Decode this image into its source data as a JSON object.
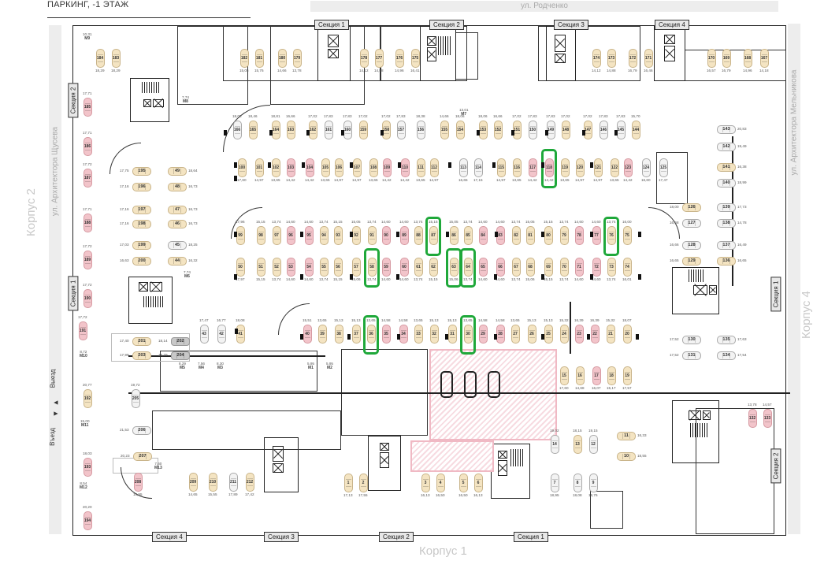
{
  "header": {
    "title": "ПАРКИНГ, -1 ЭТАЖ"
  },
  "streets": {
    "top": "ул. Родченко",
    "left": "ул. Архитектора Щусева",
    "right": "ул. Архитектора Мельникова"
  },
  "buildings": {
    "left": "Корпус 2",
    "right": "Корпус 4",
    "bottom": "Корпус 1"
  },
  "entry_exit": {
    "entry": "Въезд",
    "exit": "Выезд"
  },
  "sections": {
    "top": [
      "Секция 1",
      "Секция 2",
      "Секция 3",
      "Секция 4"
    ],
    "bottom": [
      "Секция 4",
      "Секция 3",
      "Секция 2",
      "Секция 1"
    ],
    "left": [
      "Секция 2",
      "Секция 1"
    ],
    "right": [
      "Секция 1",
      "Секция 2"
    ]
  },
  "legend_colors": {
    "available": "#f4e4c2",
    "reserved": "#f2c4ca",
    "sold": "#f3f3f3",
    "highlight": "#1fa83a"
  },
  "moto_spots": [
    {
      "id": "M9",
      "area": "10,31"
    },
    {
      "id": "M8",
      "area": "7,74"
    },
    {
      "id": "M7",
      "area": "13,01"
    },
    {
      "id": "M6",
      "area": "7,74"
    },
    {
      "id": "M5",
      "area": "8,29"
    },
    {
      "id": "M4",
      "area": "7,56"
    },
    {
      "id": "M3",
      "area": "8,30"
    },
    {
      "id": "M1",
      "area": "5,95"
    },
    {
      "id": "M2",
      "area": "5,95"
    },
    {
      "id": "M10",
      "area": "8,72"
    },
    {
      "id": "M11",
      "area": "15,00"
    },
    {
      "id": "M12",
      "area": "8,54"
    },
    {
      "id": "M13",
      "area": "7,60"
    }
  ],
  "highlighted_spots": [
    "118",
    "87",
    "76",
    "58",
    "63",
    "64",
    "36",
    "30"
  ],
  "spots": {
    "top_north": [
      {
        "n": "184",
        "a": "18,29",
        "s": "beige"
      },
      {
        "n": "183",
        "a": "18,29",
        "s": "beige"
      },
      {
        "n": "182",
        "a": "15,05",
        "s": "beige"
      },
      {
        "n": "181",
        "a": "15,76",
        "s": "beige"
      },
      {
        "n": "180",
        "a": "14,66",
        "s": "beige"
      },
      {
        "n": "179",
        "a": "13,78",
        "s": "beige"
      },
      {
        "n": "178",
        "a": "14,12",
        "s": "beige"
      },
      {
        "n": "177",
        "a": "14,88",
        "s": "beige"
      },
      {
        "n": "176",
        "a": "14,96",
        "s": "beige"
      },
      {
        "n": "175",
        "a": "16,41",
        "s": "beige"
      },
      {
        "n": "174",
        "a": "14,12",
        "s": "beige"
      },
      {
        "n": "173",
        "a": "14,88",
        "s": "beige"
      },
      {
        "n": "172",
        "a": "16,79",
        "s": "beige"
      },
      {
        "n": "171",
        "a": "16,46",
        "s": "beige"
      },
      {
        "n": "170",
        "a": "16,57",
        "s": "beige"
      },
      {
        "n": "169",
        "a": "16,79",
        "s": "beige"
      },
      {
        "n": "168",
        "a": "14,96",
        "s": "beige"
      },
      {
        "n": "167",
        "a": "14,18",
        "s": "beige"
      }
    ],
    "row_166_144": [
      {
        "n": "166",
        "a": "18,08",
        "s": "grey"
      },
      {
        "n": "165",
        "a": "18,46",
        "s": "beige"
      },
      {
        "n": "164",
        "a": "18,81",
        "s": "beige"
      },
      {
        "n": "163",
        "a": "16,66",
        "s": "beige"
      },
      {
        "n": "162",
        "a": "17,02",
        "s": "beige"
      },
      {
        "n": "161",
        "a": "17,83",
        "s": "grey"
      },
      {
        "n": "160",
        "a": "17,83",
        "s": "grey"
      },
      {
        "n": "159",
        "a": "17,02",
        "s": "beige"
      },
      {
        "n": "158",
        "a": "17,02",
        "s": "beige"
      },
      {
        "n": "157",
        "a": "17,83",
        "s": "grey"
      },
      {
        "n": "156",
        "a": "18,38",
        "s": "grey"
      },
      {
        "n": "155",
        "a": "14,66",
        "s": "beige"
      },
      {
        "n": "154",
        "a": "18,06",
        "s": "beige"
      },
      {
        "n": "153",
        "a": "18,06",
        "s": "beige"
      },
      {
        "n": "152",
        "a": "16,66",
        "s": "beige"
      },
      {
        "n": "151",
        "a": "17,02",
        "s": "beige"
      },
      {
        "n": "150",
        "a": "17,83",
        "s": "grey"
      },
      {
        "n": "149",
        "a": "17,83",
        "s": "grey"
      },
      {
        "n": "148",
        "a": "17,02",
        "s": "beige"
      },
      {
        "n": "147",
        "a": "17,02",
        "s": "beige"
      },
      {
        "n": "146",
        "a": "17,83",
        "s": "grey"
      },
      {
        "n": "145",
        "a": "17,83",
        "s": "grey"
      },
      {
        "n": "144",
        "a": "15,70",
        "s": "beige"
      }
    ],
    "row_100_125": [
      {
        "n": "100",
        "a": "17,60",
        "s": "beige"
      },
      {
        "n": "101",
        "a": "14,97",
        "s": "beige"
      },
      {
        "n": "102",
        "a": "13,65",
        "s": "beige"
      },
      {
        "n": "103",
        "a": "14,42",
        "s": "pink"
      },
      {
        "n": "104",
        "a": "14,42",
        "s": "pink"
      },
      {
        "n": "105",
        "a": "13,65",
        "s": "beige"
      },
      {
        "n": "106",
        "a": "14,97",
        "s": "beige"
      },
      {
        "n": "107",
        "a": "14,97",
        "s": "beige"
      },
      {
        "n": "108",
        "a": "13,65",
        "s": "beige"
      },
      {
        "n": "109",
        "a": "14,42",
        "s": "pink"
      },
      {
        "n": "110",
        "a": "14,42",
        "s": "pink"
      },
      {
        "n": "111",
        "a": "13,65",
        "s": "beige"
      },
      {
        "n": "112",
        "a": "14,97",
        "s": "beige"
      },
      {
        "n": "113",
        "a": "16,65",
        "s": "grey"
      },
      {
        "n": "114",
        "a": "17,15",
        "s": "grey"
      },
      {
        "n": "115",
        "a": "14,97",
        "s": "beige"
      },
      {
        "n": "116",
        "a": "13,65",
        "s": "beige"
      },
      {
        "n": "117",
        "a": "14,42",
        "s": "pink"
      },
      {
        "n": "118",
        "a": "14,42",
        "s": "pink"
      },
      {
        "n": "119",
        "a": "13,65",
        "s": "beige"
      },
      {
        "n": "120",
        "a": "14,97",
        "s": "beige"
      },
      {
        "n": "121",
        "a": "14,97",
        "s": "beige"
      },
      {
        "n": "122",
        "a": "13,65",
        "s": "beige"
      },
      {
        "n": "123",
        "a": "14,42",
        "s": "pink"
      },
      {
        "n": "124",
        "a": "16,60",
        "s": "grey"
      },
      {
        "n": "125",
        "a": "17,47",
        "s": "grey"
      }
    ],
    "row_99_75": [
      {
        "n": "99",
        "a": "17,96",
        "s": "beige"
      },
      {
        "n": "98",
        "a": "15,15",
        "s": "beige"
      },
      {
        "n": "97",
        "a": "13,74",
        "s": "beige"
      },
      {
        "n": "96",
        "a": "14,60",
        "s": "pink"
      },
      {
        "n": "95",
        "a": "14,60",
        "s": "pink"
      },
      {
        "n": "94",
        "a": "13,74",
        "s": "beige"
      },
      {
        "n": "93",
        "a": "15,15",
        "s": "beige"
      },
      {
        "n": "92",
        "a": "15,05",
        "s": "beige"
      },
      {
        "n": "91",
        "a": "13,74",
        "s": "beige"
      },
      {
        "n": "90",
        "a": "14,60",
        "s": "pink"
      },
      {
        "n": "89",
        "a": "14,60",
        "s": "pink"
      },
      {
        "n": "88",
        "a": "13,74",
        "s": "beige"
      },
      {
        "n": "87",
        "a": "15,15",
        "s": "beige"
      },
      {
        "n": "86",
        "a": "15,05",
        "s": "beige"
      },
      {
        "n": "85",
        "a": "13,74",
        "s": "beige"
      },
      {
        "n": "84",
        "a": "14,60",
        "s": "pink"
      },
      {
        "n": "83",
        "a": "14,60",
        "s": "pink"
      },
      {
        "n": "82",
        "a": "13,74",
        "s": "beige"
      },
      {
        "n": "81",
        "a": "15,05",
        "s": "beige"
      },
      {
        "n": "80",
        "a": "15,15",
        "s": "beige"
      },
      {
        "n": "79",
        "a": "13,74",
        "s": "beige"
      },
      {
        "n": "78",
        "a": "14,60",
        "s": "pink"
      },
      {
        "n": "77",
        "a": "14,60",
        "s": "pink"
      },
      {
        "n": "76",
        "a": "13,74",
        "s": "beige"
      },
      {
        "n": "75",
        "a": "16,00",
        "s": "beige"
      }
    ],
    "row_50_74": [
      {
        "n": "50",
        "a": "17,97",
        "s": "beige"
      },
      {
        "n": "51",
        "a": "15,15",
        "s": "beige"
      },
      {
        "n": "52",
        "a": "13,74",
        "s": "beige"
      },
      {
        "n": "53",
        "a": "14,60",
        "s": "pink"
      },
      {
        "n": "54",
        "a": "14,60",
        "s": "pink"
      },
      {
        "n": "55",
        "a": "13,74",
        "s": "beige"
      },
      {
        "n": "56",
        "a": "15,15",
        "s": "beige"
      },
      {
        "n": "57",
        "a": "15,06",
        "s": "beige"
      },
      {
        "n": "58",
        "a": "13,74",
        "s": "beige"
      },
      {
        "n": "59",
        "a": "14,60",
        "s": "pink"
      },
      {
        "n": "60",
        "a": "14,60",
        "s": "pink"
      },
      {
        "n": "61",
        "a": "13,74",
        "s": "beige"
      },
      {
        "n": "62",
        "a": "15,15",
        "s": "beige"
      },
      {
        "n": "63",
        "a": "15,06",
        "s": "beige"
      },
      {
        "n": "64",
        "a": "13,74",
        "s": "beige"
      },
      {
        "n": "65",
        "a": "14,60",
        "s": "pink"
      },
      {
        "n": "66",
        "a": "14,60",
        "s": "pink"
      },
      {
        "n": "67",
        "a": "13,74",
        "s": "beige"
      },
      {
        "n": "68",
        "a": "15,06",
        "s": "beige"
      },
      {
        "n": "69",
        "a": "15,15",
        "s": "beige"
      },
      {
        "n": "70",
        "a": "13,74",
        "s": "beige"
      },
      {
        "n": "71",
        "a": "14,60",
        "s": "pink"
      },
      {
        "n": "72",
        "a": "14,60",
        "s": "pink"
      },
      {
        "n": "73",
        "a": "13,74",
        "s": "beige"
      },
      {
        "n": "74",
        "a": "16,01",
        "s": "beige"
      }
    ],
    "row_43_20": [
      {
        "n": "43",
        "a": "17,47",
        "s": "grey"
      },
      {
        "n": "42",
        "a": "16,77",
        "s": "grey"
      },
      {
        "n": "41",
        "a": "18,08",
        "s": "beige"
      },
      {
        "n": "40",
        "a": "15,51",
        "s": "pink"
      },
      {
        "n": "39",
        "a": "13,65",
        "s": "beige"
      },
      {
        "n": "38",
        "a": "15,13",
        "s": "beige"
      },
      {
        "n": "37",
        "a": "15,13",
        "s": "beige"
      },
      {
        "n": "36",
        "a": "13,65",
        "s": "beige"
      },
      {
        "n": "35",
        "a": "14,58",
        "s": "pink"
      },
      {
        "n": "34",
        "a": "14,58",
        "s": "pink"
      },
      {
        "n": "33",
        "a": "13,65",
        "s": "beige"
      },
      {
        "n": "32",
        "a": "15,13",
        "s": "beige"
      },
      {
        "n": "31",
        "a": "15,13",
        "s": "beige"
      },
      {
        "n": "30",
        "a": "13,65",
        "s": "beige"
      },
      {
        "n": "29",
        "a": "14,58",
        "s": "pink"
      },
      {
        "n": "28",
        "a": "14,58",
        "s": "pink"
      },
      {
        "n": "27",
        "a": "13,65",
        "s": "beige"
      },
      {
        "n": "26",
        "a": "15,13",
        "s": "beige"
      },
      {
        "n": "25",
        "a": "15,13",
        "s": "beige"
      },
      {
        "n": "24",
        "a": "15,32",
        "s": "beige"
      },
      {
        "n": "23",
        "a": "16,39",
        "s": "pink"
      },
      {
        "n": "22",
        "a": "16,39",
        "s": "pink"
      },
      {
        "n": "21",
        "a": "15,32",
        "s": "beige"
      },
      {
        "n": "20",
        "a": "18,07",
        "s": "beige"
      }
    ],
    "row_15_19": [
      {
        "n": "15",
        "a": "17,60",
        "s": "beige"
      },
      {
        "n": "16",
        "a": "14,68",
        "s": "beige"
      },
      {
        "n": "17",
        "a": "16,07",
        "s": "pink"
      },
      {
        "n": "18",
        "a": "15,17",
        "s": "beige"
      },
      {
        "n": "19",
        "a": "17,57",
        "s": "beige"
      }
    ],
    "row_14_12": [
      {
        "n": "14",
        "a": "19,02",
        "s": "grey"
      },
      {
        "n": "13",
        "a": "18,15",
        "s": "beige"
      },
      {
        "n": "12",
        "a": "19,15",
        "s": "grey"
      }
    ],
    "row_7_9": [
      {
        "n": "7",
        "a": "18,95",
        "s": "grey"
      },
      {
        "n": "8",
        "a": "18,08",
        "s": "grey"
      },
      {
        "n": "9",
        "a": "18,76",
        "s": "grey"
      }
    ],
    "row_1_6": [
      {
        "n": "1",
        "a": "17,13",
        "s": "beige"
      },
      {
        "n": "2",
        "a": "17,55",
        "s": "beige"
      },
      {
        "n": "3",
        "a": "16,13",
        "s": "beige"
      },
      {
        "n": "4",
        "a": "16,50",
        "s": "beige"
      },
      {
        "n": "5",
        "a": "16,50",
        "s": "beige"
      },
      {
        "n": "6",
        "a": "16,13",
        "s": "beige"
      }
    ],
    "row_209_212": [
      {
        "n": "208",
        "a": "16,95",
        "s": "pink"
      },
      {
        "n": "209",
        "a": "14,65",
        "s": "beige"
      },
      {
        "n": "210",
        "a": "15,55",
        "s": "beige"
      },
      {
        "n": "211",
        "a": "17,89",
        "s": "grey"
      },
      {
        "n": "212",
        "a": "17,42",
        "s": "beige"
      }
    ],
    "left_column": [
      {
        "n": "185",
        "a": "17,71",
        "s": "pink"
      },
      {
        "n": "186",
        "a": "17,71",
        "s": "pink"
      },
      {
        "n": "187",
        "a": "17,72",
        "s": "pink"
      },
      {
        "n": "188",
        "a": "17,71",
        "s": "pink"
      },
      {
        "n": "189",
        "a": "17,72",
        "s": "pink"
      },
      {
        "n": "190",
        "a": "17,72",
        "s": "pink"
      },
      {
        "n": "191",
        "a": "17,72",
        "s": "pink"
      },
      {
        "n": "192",
        "a": "20,77",
        "s": "beige"
      },
      {
        "n": "193",
        "a": "18,03",
        "s": "pink"
      },
      {
        "n": "194",
        "a": "20,20",
        "s": "pink"
      }
    ],
    "left_h_a": [
      {
        "n": "195",
        "a": "17,75",
        "s": "beige"
      },
      {
        "n": "196",
        "a": "17,16",
        "s": "beige"
      },
      {
        "n": "197",
        "a": "17,16",
        "s": "beige"
      },
      {
        "n": "198",
        "a": "17,16",
        "s": "beige"
      },
      {
        "n": "199",
        "a": "17,03",
        "s": "beige"
      },
      {
        "n": "200",
        "a": "16,63",
        "s": "beige"
      }
    ],
    "left_h_b": [
      {
        "n": "49",
        "a": "18,64",
        "s": "beige"
      },
      {
        "n": "48",
        "a": "16,73",
        "s": "beige"
      },
      {
        "n": "47",
        "a": "16,73",
        "s": "beige"
      },
      {
        "n": "46",
        "a": "16,73",
        "s": "beige"
      },
      {
        "n": "45",
        "a": "18,25",
        "s": "grey"
      },
      {
        "n": "44",
        "a": "16,32",
        "s": "beige"
      }
    ],
    "left_box": [
      {
        "n": "201",
        "a": "17,40",
        "s": "beige"
      },
      {
        "n": "202",
        "a": "18,14",
        "s": "dark"
      },
      {
        "n": "203",
        "a": "17,99",
        "s": "beige"
      },
      {
        "n": "204",
        "a": "18,79",
        "s": "dark"
      }
    ],
    "left_misc": [
      {
        "n": "205",
        "a": "19,72",
        "s": "grey"
      },
      {
        "n": "206",
        "a": "21,53",
        "s": "grey"
      },
      {
        "n": "207",
        "a": "20,23",
        "s": "beige"
      }
    ],
    "right_h_a": [
      {
        "n": "126",
        "a": "18,00",
        "s": "beige"
      },
      {
        "n": "127",
        "a": "16,68",
        "s": "grey"
      },
      {
        "n": "128",
        "a": "16,66",
        "s": "grey"
      },
      {
        "n": "129",
        "a": "16,65",
        "s": "beige"
      },
      {
        "n": "130",
        "a": "17,52",
        "s": "grey"
      },
      {
        "n": "131",
        "a": "17,52",
        "s": "grey"
      }
    ],
    "right_h_b": [
      {
        "n": "143",
        "a": "20,83",
        "s": "grey"
      },
      {
        "n": "142",
        "a": "19,49",
        "s": "grey"
      },
      {
        "n": "141",
        "a": "16,38",
        "s": "beige"
      },
      {
        "n": "140",
        "a": "18,99",
        "s": "grey"
      },
      {
        "n": "139",
        "a": "17,73",
        "s": "grey"
      },
      {
        "n": "138",
        "a": "14,78",
        "s": "grey"
      },
      {
        "n": "137",
        "a": "16,49",
        "s": "grey"
      },
      {
        "n": "136",
        "a": "16,65",
        "s": "beige"
      },
      {
        "n": "135",
        "a": "17,63",
        "s": "grey"
      },
      {
        "n": "134",
        "a": "17,54",
        "s": "grey"
      }
    ],
    "right_misc": [
      {
        "n": "11",
        "a": "16,33",
        "s": "beige"
      },
      {
        "n": "10",
        "a": "18,55",
        "s": "beige"
      },
      {
        "n": "132",
        "a": "13,78",
        "s": "pink"
      },
      {
        "n": "133",
        "a": "14,57",
        "s": "pink"
      }
    ]
  }
}
